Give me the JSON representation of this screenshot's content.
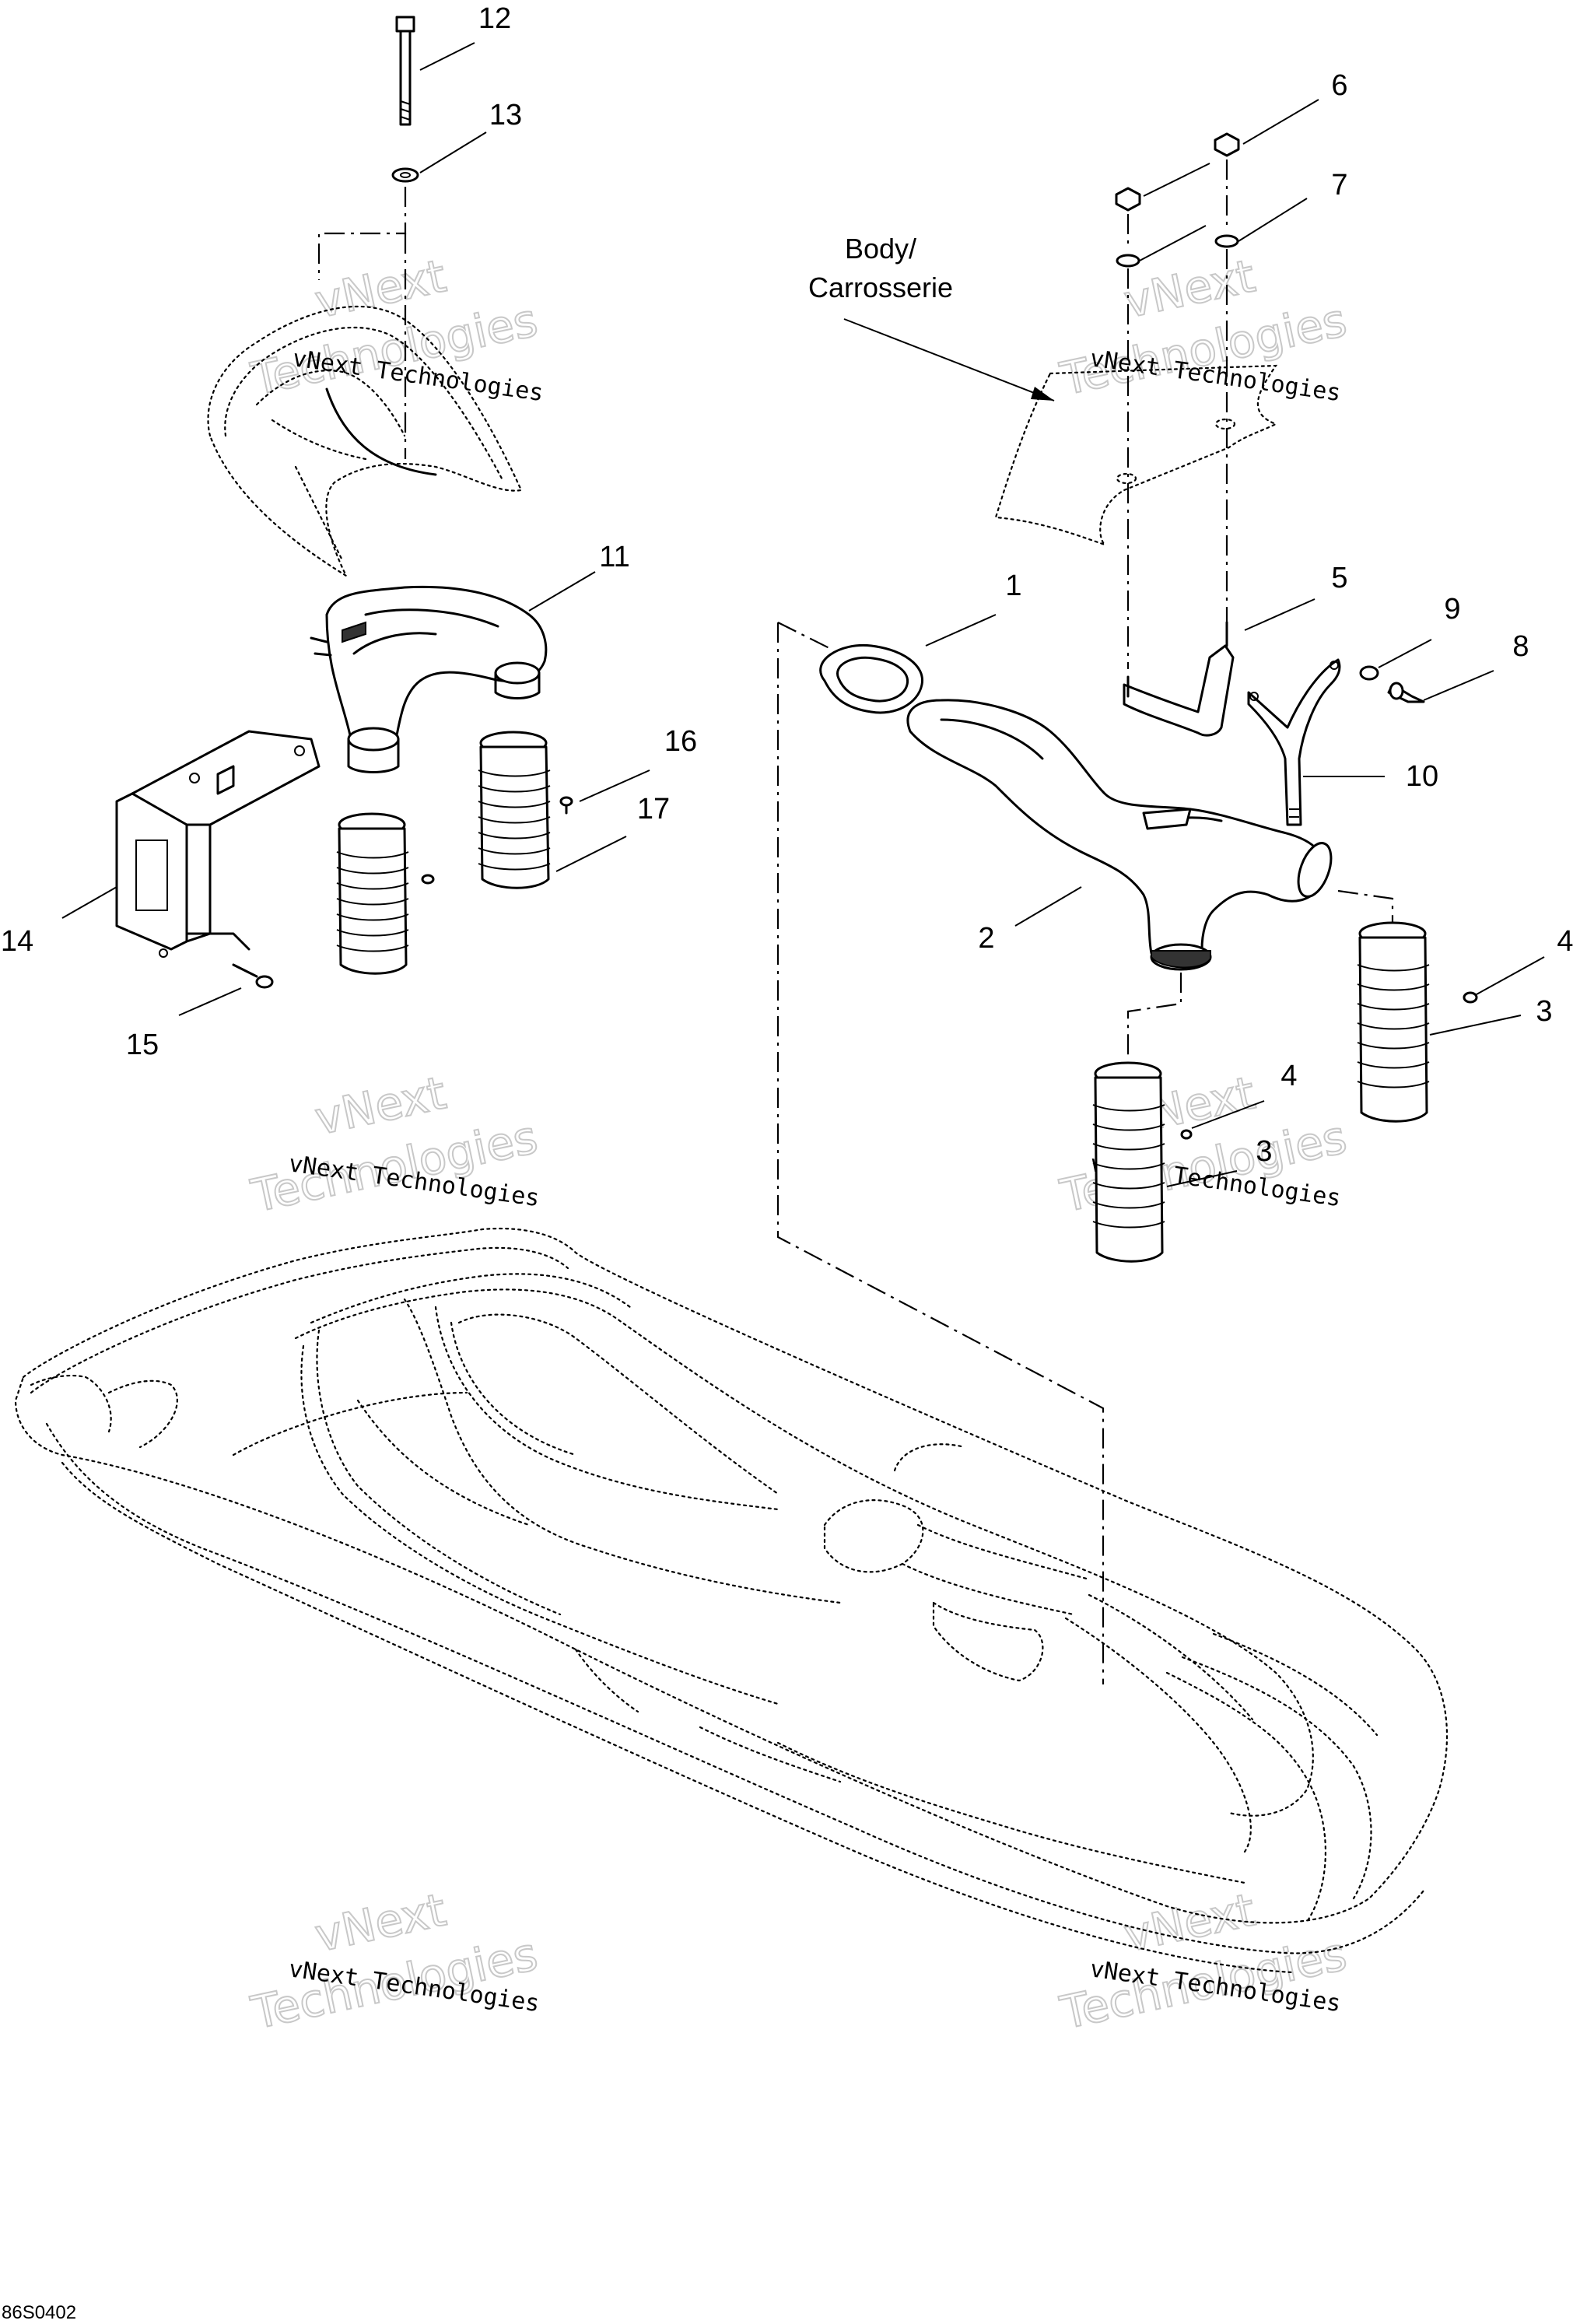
{
  "callouts": [
    {
      "id": "c12",
      "text": "12"
    },
    {
      "id": "c13",
      "text": "13"
    },
    {
      "id": "c11",
      "text": "11"
    },
    {
      "id": "c14",
      "text": "14"
    },
    {
      "id": "c15",
      "text": "15"
    },
    {
      "id": "c16",
      "text": "16"
    },
    {
      "id": "c17",
      "text": "17"
    },
    {
      "id": "c6",
      "text": "6"
    },
    {
      "id": "c7",
      "text": "7"
    },
    {
      "id": "c1",
      "text": "1"
    },
    {
      "id": "c5",
      "text": "5"
    },
    {
      "id": "c9",
      "text": "9"
    },
    {
      "id": "c8",
      "text": "8"
    },
    {
      "id": "c10",
      "text": "10"
    },
    {
      "id": "c2",
      "text": "2"
    },
    {
      "id": "c4a",
      "text": "4"
    },
    {
      "id": "c3a",
      "text": "3"
    },
    {
      "id": "c4b",
      "text": "4"
    },
    {
      "id": "c3b",
      "text": "3"
    }
  ],
  "body_label": {
    "line1": "Body/",
    "line2": "Carrosserie"
  },
  "drawing_code": "86S0402",
  "watermark": {
    "small": "vNext Technologies",
    "big_top": "vNext",
    "big_bottom": "Technologies"
  },
  "colors": {
    "line": "#000000",
    "background": "#ffffff",
    "watermark": "#c8c8c8"
  }
}
